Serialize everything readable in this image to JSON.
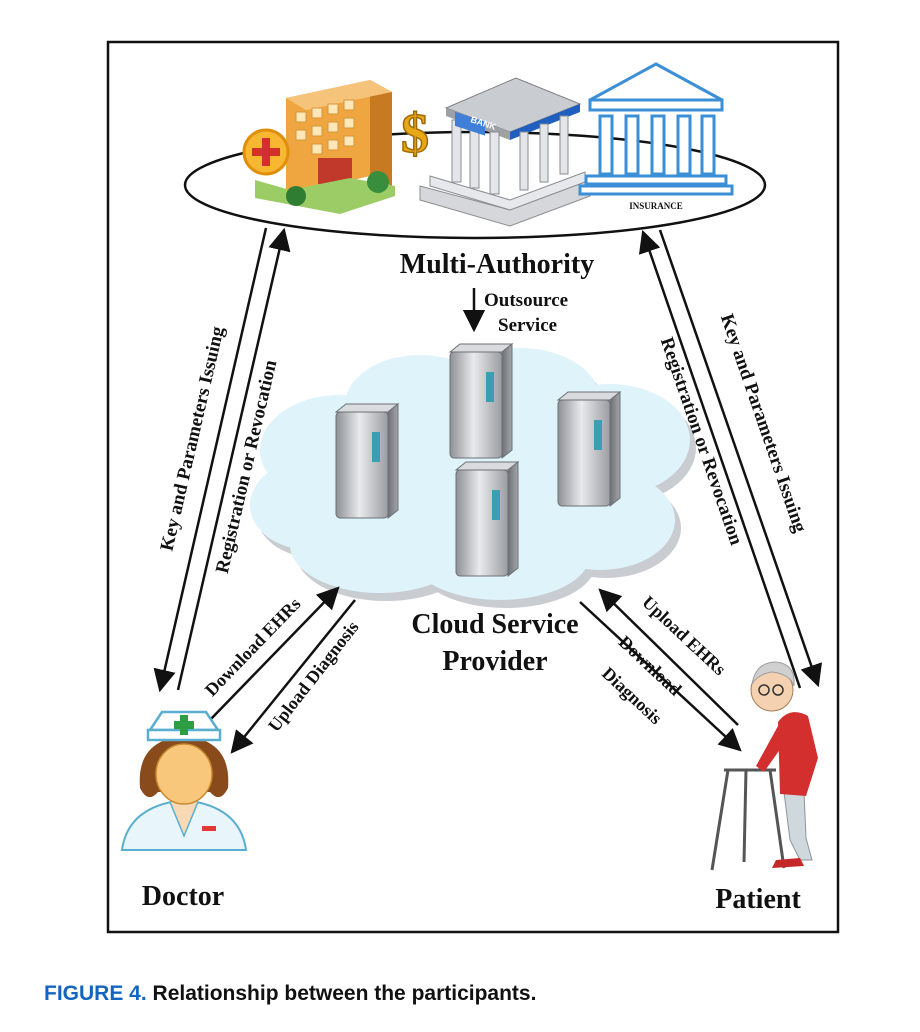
{
  "figure": {
    "number_label": "FIGURE 4.",
    "caption": "Relationship between the participants."
  },
  "nodes": {
    "authority": {
      "label": "Multi-Authority",
      "insurance_sign": "INSURANCE",
      "bank_sign": "BANK"
    },
    "cloud": {
      "label_line1": "Cloud Service",
      "label_line2": "Provider"
    },
    "doctor": {
      "label": "Doctor"
    },
    "patient": {
      "label": "Patient"
    }
  },
  "edges": {
    "outsource_line1": "Outsource",
    "outsource_line2": "Service",
    "left_key": "Key and Parameters Issuing",
    "left_reg": "Registration or Revocation",
    "right_key": "Key and Parameters Issuing",
    "right_reg": "Registration or Revocation",
    "doctor_download": "Download EHRs",
    "doctor_upload": "Upload Diagnosis",
    "patient_upload": "Upload EHRs",
    "patient_download_line1": "Download",
    "patient_download_line2": "Diagnosis"
  },
  "colors": {
    "caption_accent": "#1565c0",
    "cloud_fill": "#dff3fb",
    "insurance_blue": "#3b8fd6",
    "hospital_orange": "#f0a640"
  }
}
